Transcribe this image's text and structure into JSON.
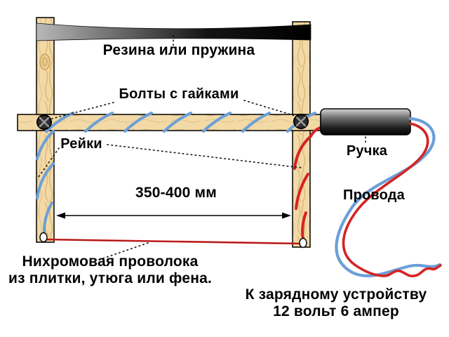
{
  "diagram": {
    "description": "Homemade hot-wire foam cutter wiring diagram",
    "labels": {
      "rubber_or_spring": "Резина или пружина",
      "bolts_with_nuts": "Болты с гайками",
      "slats": "Рейки",
      "handle": "Ручка",
      "wires": "Провода",
      "dimension": "350-400 мм",
      "nichrome_line1": "Нихромовая проволока",
      "nichrome_line2": "из плитки, утюга или фена.",
      "charger_line1": "К зарядному устройству",
      "charger_line2": "12 вольт 6 ампер"
    },
    "colors": {
      "wood": "#f2d9a6",
      "wood_grain": "#d8b274",
      "band_gradient_start": "#b5b5b5",
      "band_gradient_end": "#000000",
      "handle_top": "#cfcfcf",
      "handle_bottom": "#060606",
      "blue_wire": "#6b9fd8",
      "red_wire": "#d42424",
      "outline": "#000000",
      "text": "#000000"
    }
  }
}
